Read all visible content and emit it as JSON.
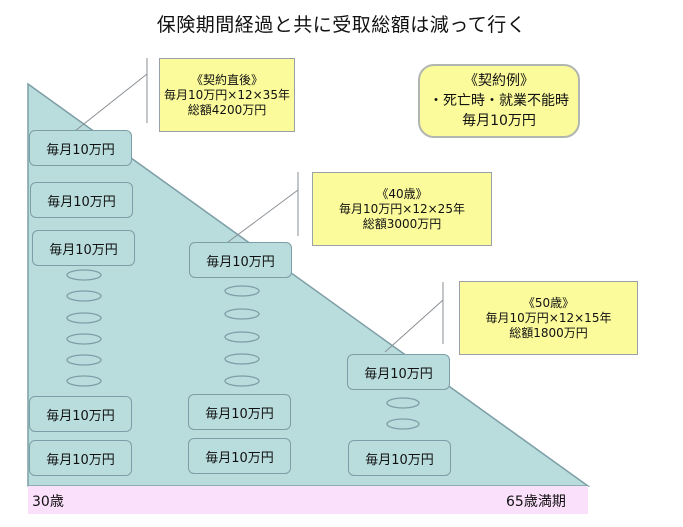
{
  "title": "保険期間経過と共に受取総額は減って行く",
  "benefit_label": "毎月10万円",
  "example": {
    "heading": "《契約例》",
    "condition": "・死亡時・就業不能時",
    "amount": "毎月10万円"
  },
  "notes": [
    {
      "heading": "《契約直後》",
      "formula": "毎月10万円×12×35年",
      "total": "総額4200万円"
    },
    {
      "heading": "《40歳》",
      "formula": "毎月10万円×12×25年",
      "total": "総額3000万円"
    },
    {
      "heading": "《50歳》",
      "formula": "毎月10万円×12×15年",
      "total": "総額1800万円"
    }
  ],
  "axis": {
    "start": "30歳",
    "end": "65歳満期"
  },
  "colors": {
    "triangle": "#b9dcdd",
    "note_fill": "#fbfb9c",
    "axis_band": "#fbe0fb"
  }
}
